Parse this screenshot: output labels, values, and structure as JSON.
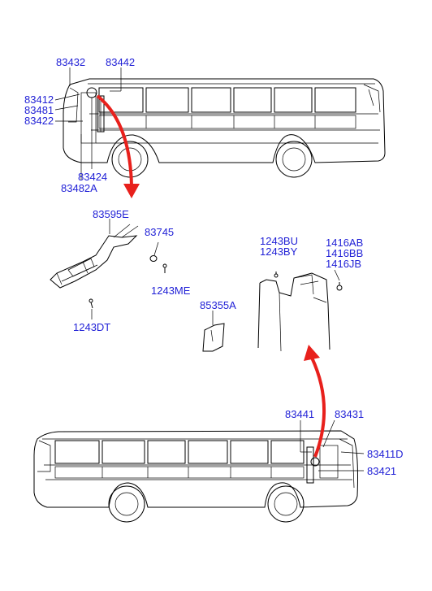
{
  "labels": {
    "top_bus": [
      "83432",
      "83442",
      "83412",
      "83481",
      "83422",
      "83424",
      "83482A"
    ],
    "middle_left": [
      "83595E",
      "83745",
      "1243ME",
      "1243DT"
    ],
    "middle_right": [
      "1243BU",
      "1243BY",
      "1416AB",
      "1416BB",
      "1416JB",
      "85355A"
    ],
    "bottom_bus": [
      "83441",
      "83431",
      "83411D",
      "83421"
    ]
  },
  "colors": {
    "label": "#1f1fd6",
    "arrow": "#e8201c",
    "line": "#000000"
  }
}
